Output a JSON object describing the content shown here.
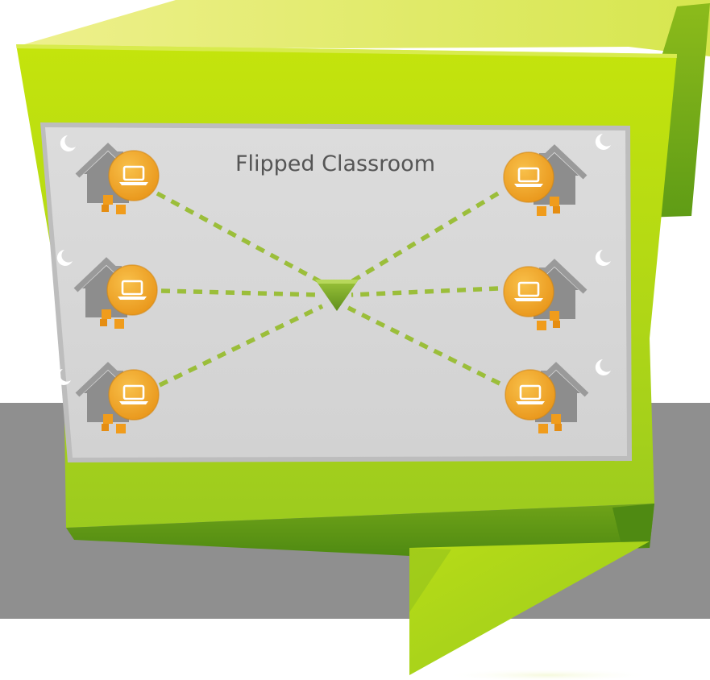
{
  "title": "Flipped Classroom",
  "colors": {
    "panel_green": "#a9d21b",
    "panel_green_light": "#c8e80a",
    "fold_green_dark": "#5e9b16",
    "fold_yellow": "#e8ec7a",
    "backdrop_gray": "#8f8f8f",
    "screen_gray": "#d8d8d8",
    "screen_frame": "#bfbfbf",
    "laptop_badge_orange": "#f3a81e",
    "house_gray": "#8a8a8a",
    "square_orange": "#f09c1c",
    "connector_green": "#9bbe3a",
    "hub_green": "#7ea82a"
  },
  "nodes": [
    {
      "id": "top-left",
      "icon": "house-laptop-icon"
    },
    {
      "id": "middle-left",
      "icon": "house-laptop-icon"
    },
    {
      "id": "bottom-left",
      "icon": "house-laptop-icon"
    },
    {
      "id": "top-right",
      "icon": "house-laptop-icon"
    },
    {
      "id": "middle-right",
      "icon": "house-laptop-icon"
    },
    {
      "id": "bottom-right",
      "icon": "house-laptop-icon"
    }
  ],
  "hub": {
    "icon": "triangle-hub-icon"
  }
}
